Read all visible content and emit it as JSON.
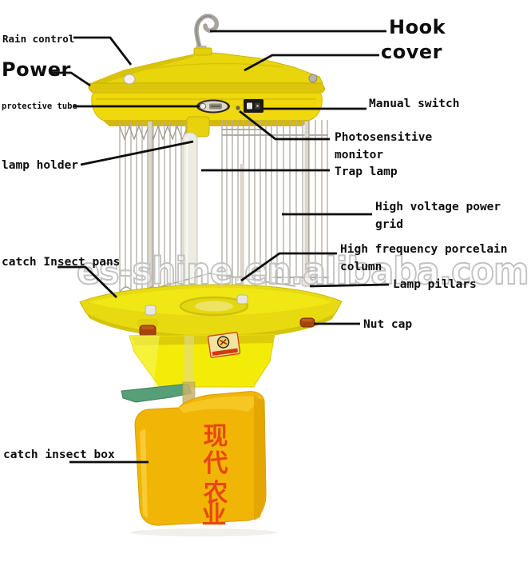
{
  "watermark": "es-shine.en.alibaba.com",
  "labels": {
    "rain_control": "Rain control",
    "power": "Power",
    "protective_tube": "protective tube",
    "hook": "Hook",
    "cover": "cover",
    "manual_switch": "Manual switch",
    "photosensitive_monitor": "Photosensitive\nmonitor",
    "trap_lamp": "Trap lamp",
    "high_voltage_power_grid": "High voltage power\ngrid",
    "high_frequency_porcelain_column": "High frequency porcelain\ncolumn",
    "lamp_pillars": "Lamp pillars",
    "nut_cap": "Nut cap",
    "catch_insect_pans": "catch Insect pans",
    "lamp_holder": "lamp holder",
    "catch_insect_box": "catch insect box"
  },
  "device": {
    "box_text": [
      "现",
      "代",
      "农",
      "业"
    ]
  },
  "colors": {
    "housing_yellow": "#efd90c",
    "roof_yellow": "#e9d50b",
    "pan_yellow": "#e7da10",
    "funnel_yellow": "#f3ec08",
    "box_orange_yellow": "#f1b505",
    "box_text_red": "#e54a10",
    "nut_cap_red": "#a5430f",
    "latch_green": "#57a077",
    "wire_gray": "#b5b1a7",
    "label_black": "#0d0d0d",
    "watermark_gray": "#c2c2c2"
  }
}
